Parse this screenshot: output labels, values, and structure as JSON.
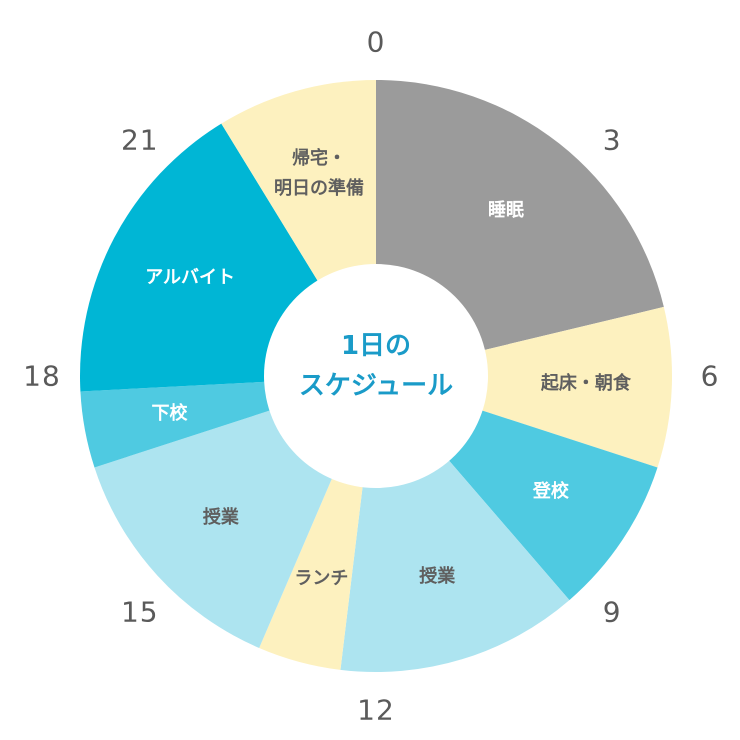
{
  "chart_data": {
    "type": "pie",
    "subtype": "donut-24h-clock",
    "title": "1日のスケジュール",
    "unit": "hours",
    "hour_ticks": [
      "0",
      "3",
      "6",
      "9",
      "12",
      "15",
      "18",
      "21"
    ],
    "slices": [
      {
        "label": "睡眠",
        "start": 0,
        "end": 5.1,
        "color": "#9b9b9b",
        "text_color": "#ffffff"
      },
      {
        "label": "起床・朝食",
        "start": 5.1,
        "end": 7.2,
        "color": "#fdf1bf",
        "text_color": "#5f5f5f"
      },
      {
        "label": "登校",
        "start": 7.2,
        "end": 9.28,
        "color": "#4fcae1",
        "text_color": "#ffffff"
      },
      {
        "label": "授業",
        "start": 9.28,
        "end": 12.46,
        "color": "#ade4f0",
        "text_color": "#5f5f5f"
      },
      {
        "label": "ランチ",
        "start": 12.46,
        "end": 13.55,
        "color": "#fdf1bf",
        "text_color": "#5f5f5f"
      },
      {
        "label": "授業",
        "start": 13.55,
        "end": 16.8,
        "color": "#ade4f0",
        "text_color": "#5f5f5f"
      },
      {
        "label": "下校",
        "start": 16.8,
        "end": 17.8,
        "color": "#4fcae1",
        "text_color": "#ffffff"
      },
      {
        "label": "アルバイト",
        "start": 17.8,
        "end": 21.9,
        "color": "#00b6d5",
        "text_color": "#ffffff"
      },
      {
        "label": "帰宅・\n明日の準備",
        "start": 21.9,
        "end": 24,
        "color": "#fdf1bf",
        "text_color": "#5f5f5f"
      }
    ]
  },
  "center": {
    "line1": "1日の",
    "line2": "スケジュール",
    "color": "#1a9bc8"
  }
}
